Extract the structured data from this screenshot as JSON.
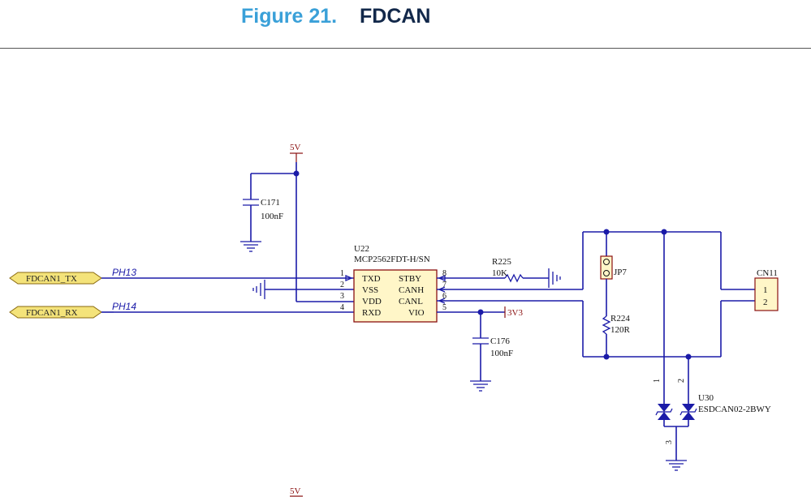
{
  "figure": {
    "number": "Figure 21.",
    "title": "FDCAN"
  },
  "nets": {
    "pwr_5v": "5V",
    "pwr_5v_bottom": "5V",
    "pwr_3v3": "3V3",
    "ph13": "PH13",
    "ph14": "PH14"
  },
  "ports": {
    "tx": "FDCAN1_TX",
    "rx": "FDCAN1_RX"
  },
  "u22": {
    "ref": "U22",
    "part": "MCP2562FDT-H/SN",
    "left_pins": [
      {
        "num": "1",
        "name": "TXD"
      },
      {
        "num": "2",
        "name": "VSS"
      },
      {
        "num": "3",
        "name": "VDD"
      },
      {
        "num": "4",
        "name": "RXD"
      }
    ],
    "right_pins": [
      {
        "num": "8",
        "name": "STBY"
      },
      {
        "num": "7",
        "name": "CANH"
      },
      {
        "num": "6",
        "name": "CANL"
      },
      {
        "num": "5",
        "name": "VIO"
      }
    ]
  },
  "c171": {
    "ref": "C171",
    "value": "100nF"
  },
  "c176": {
    "ref": "C176",
    "value": "100nF"
  },
  "r225": {
    "ref": "R225",
    "value": "10K"
  },
  "r224": {
    "ref": "R224",
    "value": "120R"
  },
  "jp7": {
    "ref": "JP7"
  },
  "cn11": {
    "ref": "CN11",
    "pins": [
      "1",
      "2"
    ]
  },
  "u30": {
    "ref": "U30",
    "part": "ESDCAN02-2BWY",
    "pins": [
      "1",
      "2",
      "3"
    ]
  },
  "colors": {
    "wire": "#1b1ba8",
    "power": "#8a1010",
    "port_fill": "#f4e37a",
    "title_blue": "#3aa0d8",
    "title_dark": "#12284a",
    "body_fill": "#fff6c8"
  }
}
